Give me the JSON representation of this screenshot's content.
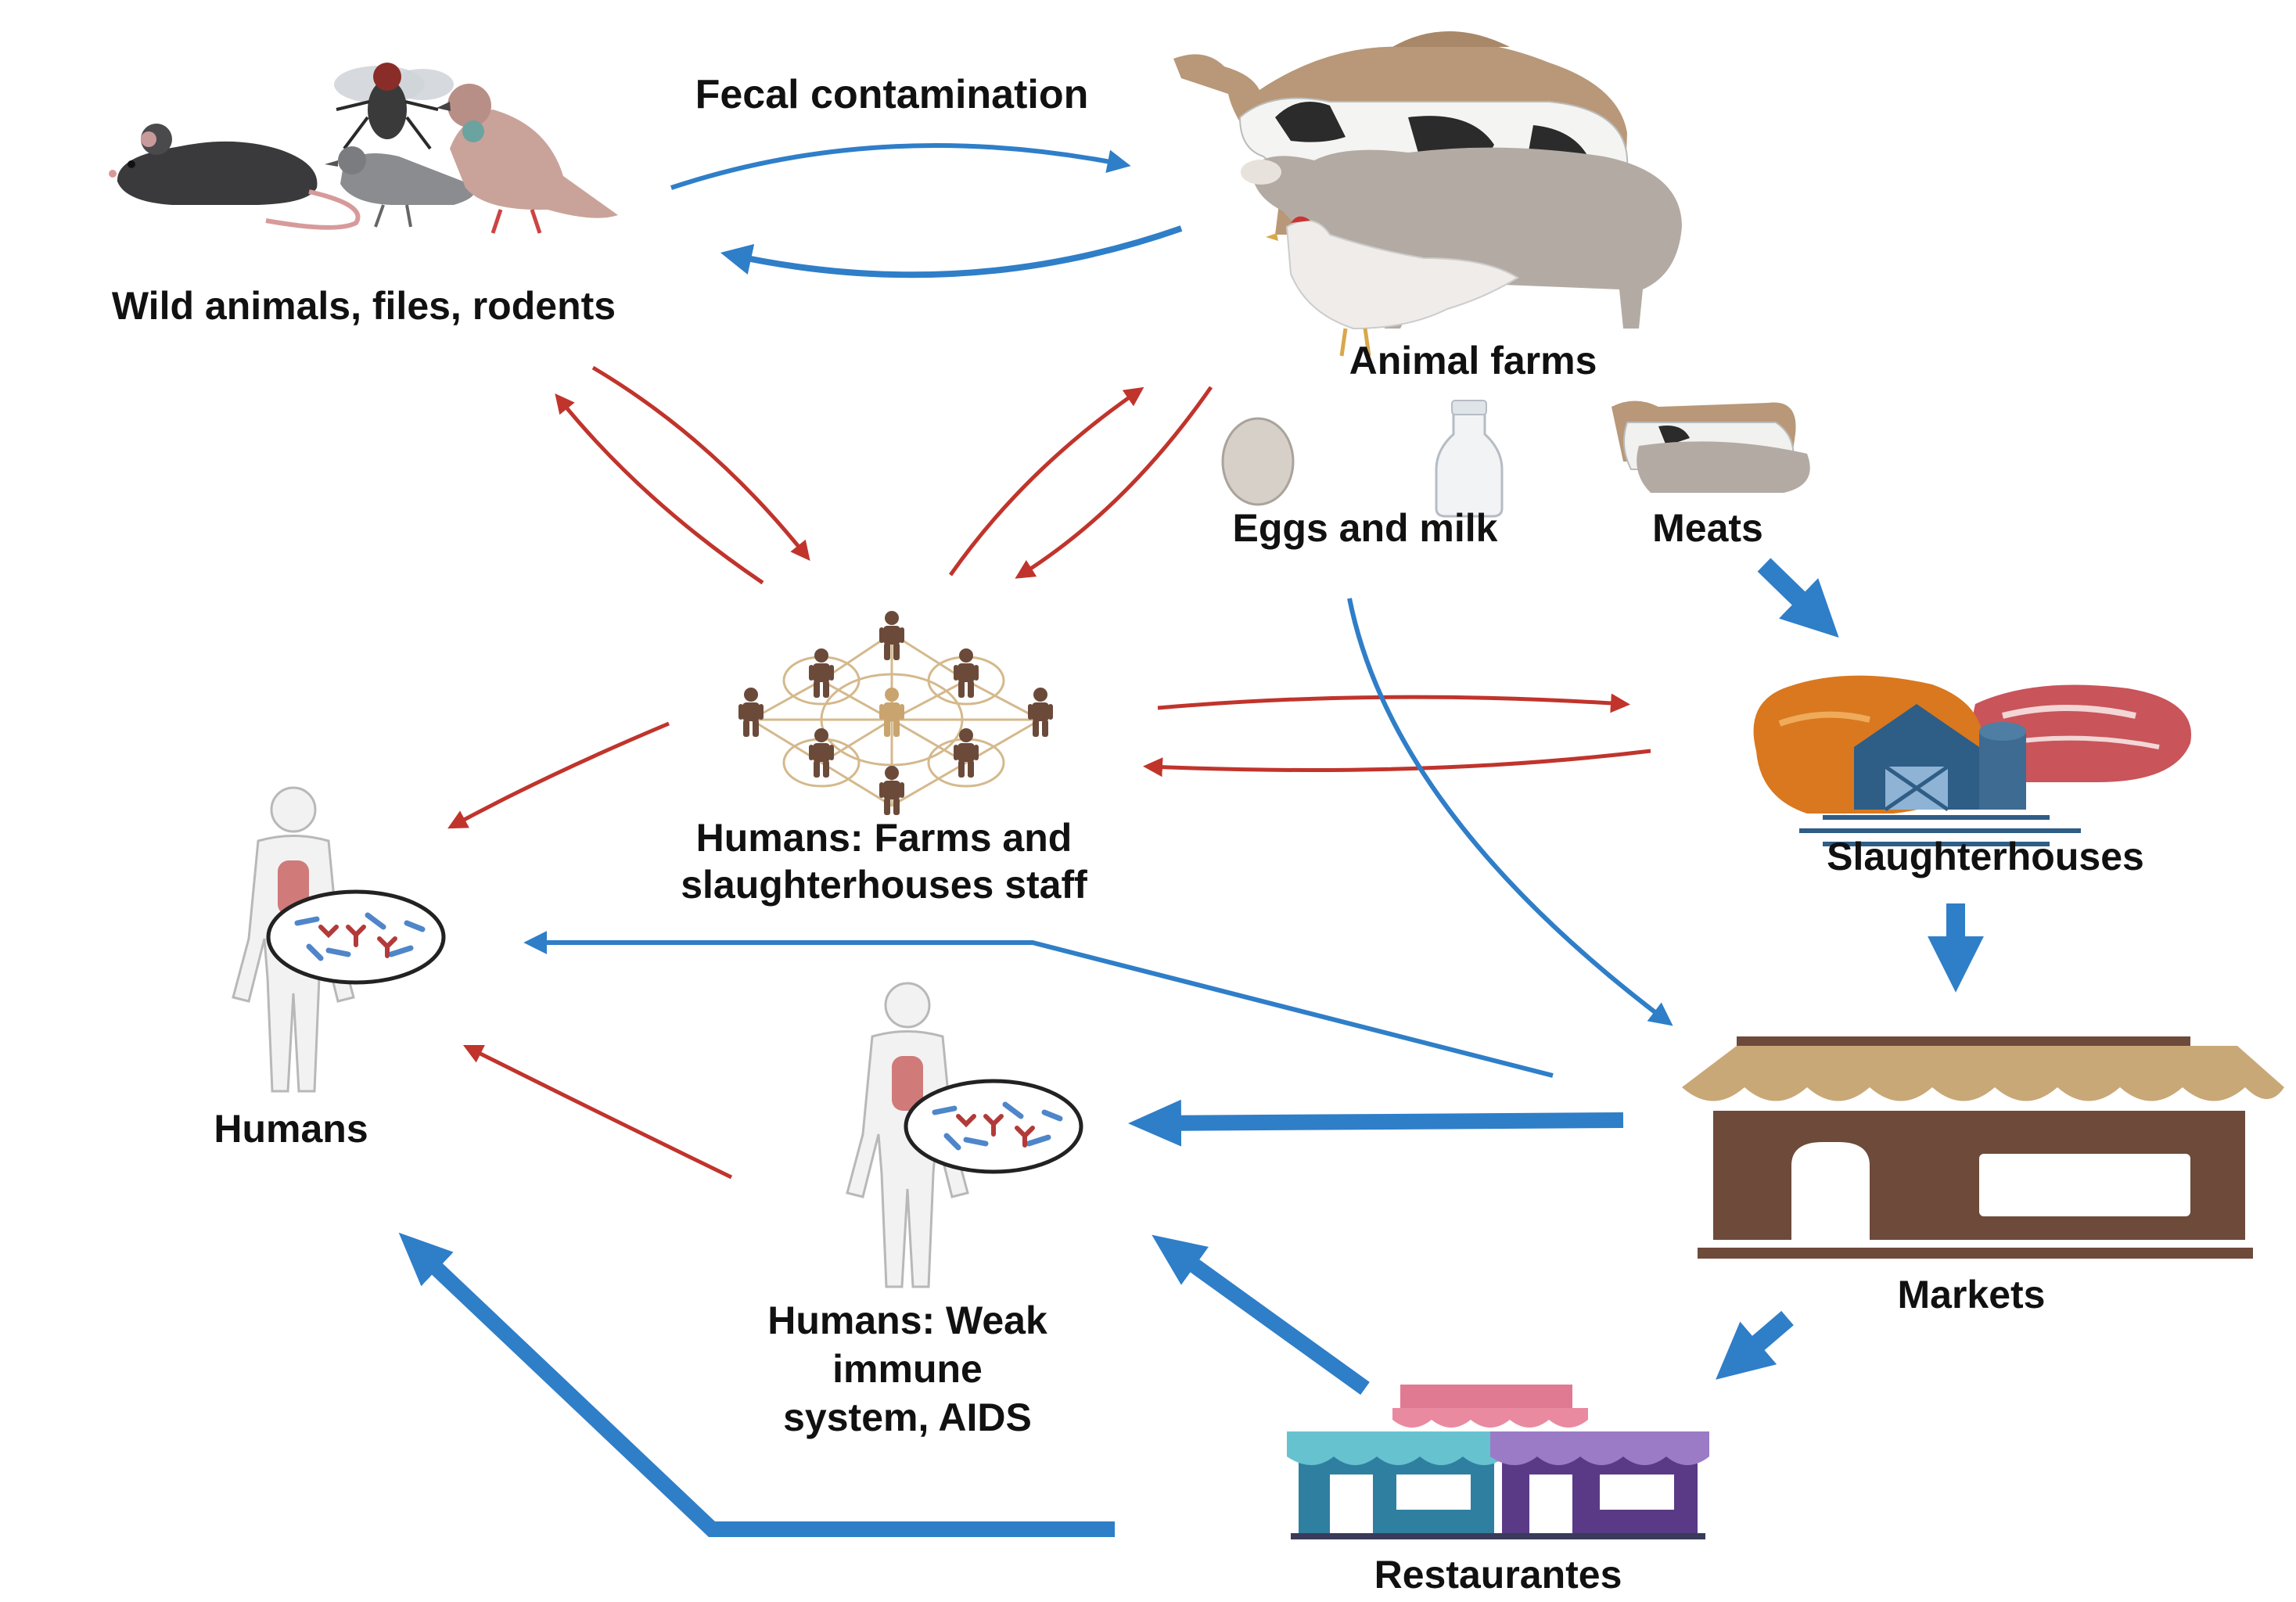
{
  "colors": {
    "blue_arrow": "#2f7ec8",
    "red_arrow": "#c0342c",
    "human_skin": "#6b4a3a",
    "human_center": "#c9a46e",
    "market_brown": "#6d4a3a",
    "awning_tan": "#c9a877",
    "barn_blue": "#2e5d86",
    "roast_orange": "#d9781f",
    "meat_red": "#c9545a"
  },
  "edge_labels": {
    "fecal": "Fecal contamination"
  },
  "nodes": {
    "wild": {
      "label": "Wild animals, files, rodents",
      "icons": [
        "rat-icon",
        "fly-icon",
        "sparrow-icon",
        "pigeon-icon"
      ]
    },
    "farms": {
      "label": "Animal farms",
      "icons": [
        "camel-icon",
        "cow-icon",
        "sheep-icon",
        "chicken-icon"
      ]
    },
    "eggs_milk": {
      "label": "Eggs and milk",
      "icons": [
        "egg-icon",
        "milk-bottle-icon"
      ]
    },
    "meats": {
      "label": "Meats",
      "icons": [
        "livestock-group-icon"
      ]
    },
    "staff": {
      "label_line1": "Humans: Farms and",
      "label_line2": "slaughterhouses staff",
      "icons": [
        "people-network-icon"
      ]
    },
    "slaughter": {
      "label": "Slaughterhouses",
      "icons": [
        "roast-chicken-icon",
        "steak-icon",
        "barn-icon"
      ]
    },
    "humans": {
      "label": "Humans",
      "icons": [
        "human-body-icon",
        "microbe-lens-icon"
      ]
    },
    "weak": {
      "label_line1": "Humans: Weak",
      "label_line2": "immune",
      "label_line3": "system, AIDS",
      "icons": [
        "human-body-icon",
        "microbe-lens-icon"
      ]
    },
    "markets": {
      "label": "Markets",
      "icons": [
        "market-stall-icon"
      ]
    },
    "restaurants": {
      "label": "Restaurantes",
      "icons": [
        "restaurant-row-icon"
      ]
    }
  }
}
